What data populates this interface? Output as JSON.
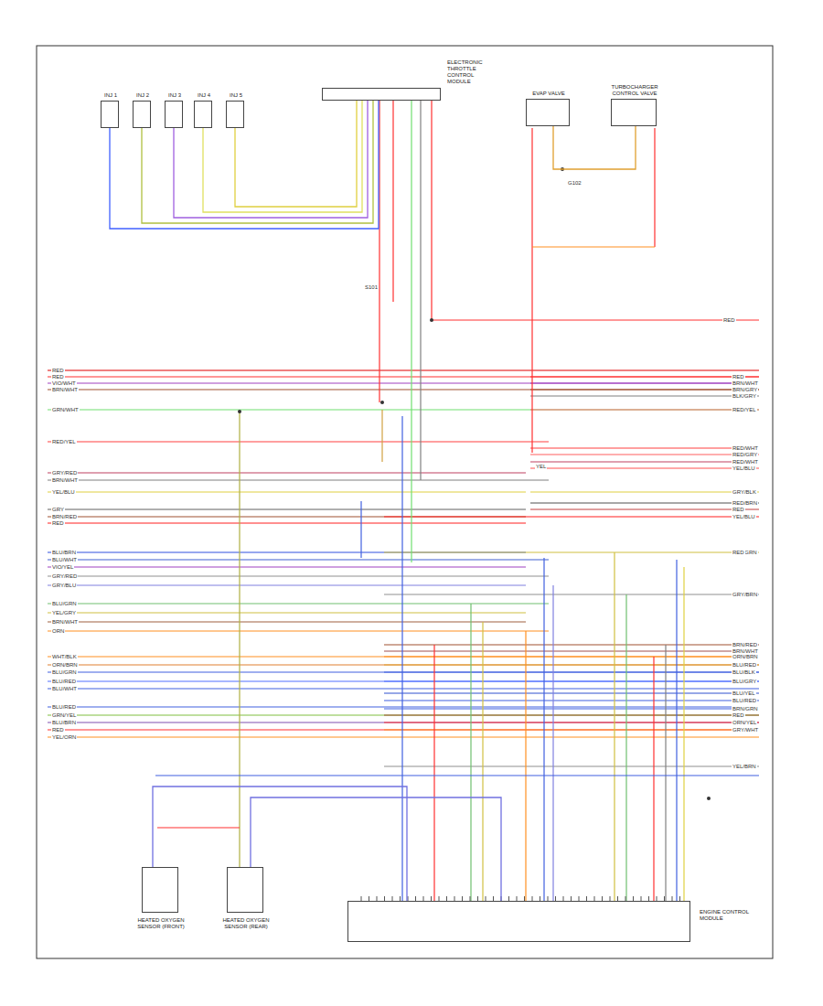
{
  "diagram": {
    "nodes": [
      {
        "text": [
          "INJ 1"
        ]
      },
      {
        "text": [
          "INJ 2"
        ]
      },
      {
        "text": [
          "INJ 3"
        ]
      },
      {
        "text": [
          "INJ 4"
        ]
      },
      {
        "text": [
          "INJ 5"
        ]
      },
      {
        "text": [
          "ELECTRONIC THROTTLE CONTROL MODULE"
        ]
      },
      {
        "text": [
          "EVAP VALVE"
        ]
      },
      {
        "text": [
          "TURBOCHARGER CONTROL VALVE"
        ]
      },
      {
        "text": [
          "HEATED OXYGEN SENSOR (FRONT)"
        ]
      },
      {
        "text": [
          "HEATED OXYGEN SENSOR (REAR)"
        ]
      },
      {
        "text": [
          "ENGINE CONTROL MODULE"
        ]
      }
    ],
    "edges": [
      {
        "from": 0,
        "to": 5,
        "arrow": "none"
      },
      {
        "from": 1,
        "to": 5,
        "arrow": "none"
      },
      {
        "from": 2,
        "to": 5,
        "arrow": "none"
      },
      {
        "from": 3,
        "to": 5,
        "arrow": "none"
      },
      {
        "from": 4,
        "to": 5,
        "arrow": "none"
      },
      {
        "from": 6,
        "to": 7,
        "arrow": "none"
      },
      {
        "from": 8,
        "to": 10,
        "arrow": "none"
      },
      {
        "from": 9,
        "to": 10,
        "arrow": "none"
      }
    ],
    "labels": [
      "RED",
      "RED",
      "VIO/WHT",
      "BRN/WHT",
      "GRN/WHT",
      "RED/YEL",
      "GRY/RED",
      "BRN/WHT",
      "YEL/BLU",
      "GRY",
      "BRN/RED",
      "RED",
      "BLU/BRN",
      "BLU/WHT",
      "VIO/YEL",
      "GRY/RED",
      "GRY/BLU",
      "BLU/GRN",
      "YEL/GRY",
      "BRN/WHT",
      "ORN",
      "WHT/BLK",
      "ORN/BRN",
      "BLU/GRN",
      "BLU/RED",
      "BLU/WHT",
      "BLU/RED",
      "GRN/YEL",
      "BLU/BRN",
      "RED",
      "YEL/ORN",
      "RED",
      "BRN/WHT",
      "BRN/GRY",
      "BLK/GRY",
      "RED/YEL",
      "RED/WHT",
      "RED/GRY",
      "RED/WHT",
      "YEL/BLU",
      "GRY/BLK",
      "RED/BRN",
      "RED",
      "YEL/BLU",
      "BLU/GRN",
      "GRY/BRN",
      "BRN/RED",
      "BRN/WHT",
      "ORN/BRN",
      "BLU/RED",
      "BLU/BLK",
      "BLU/GRY",
      "BLU/YEL",
      "BLU/RED",
      "BRN/GRN",
      "RED",
      "ORN/YEL",
      "GRY/WHT",
      "YEL/BRN",
      "S101",
      "G102",
      "RED",
      "YEL",
      "RED"
    ]
  }
}
